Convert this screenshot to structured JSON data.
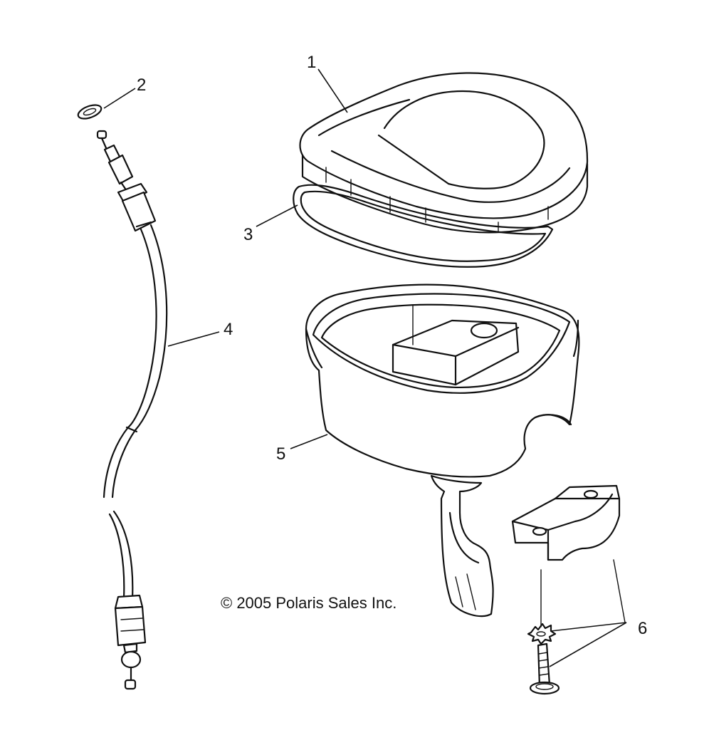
{
  "diagram": {
    "callouts": [
      "1",
      "2",
      "3",
      "4",
      "5",
      "6"
    ],
    "copyright": "© 2005 Polaris Sales Inc."
  },
  "colors": {
    "line": "#111111",
    "background": "#ffffff"
  }
}
